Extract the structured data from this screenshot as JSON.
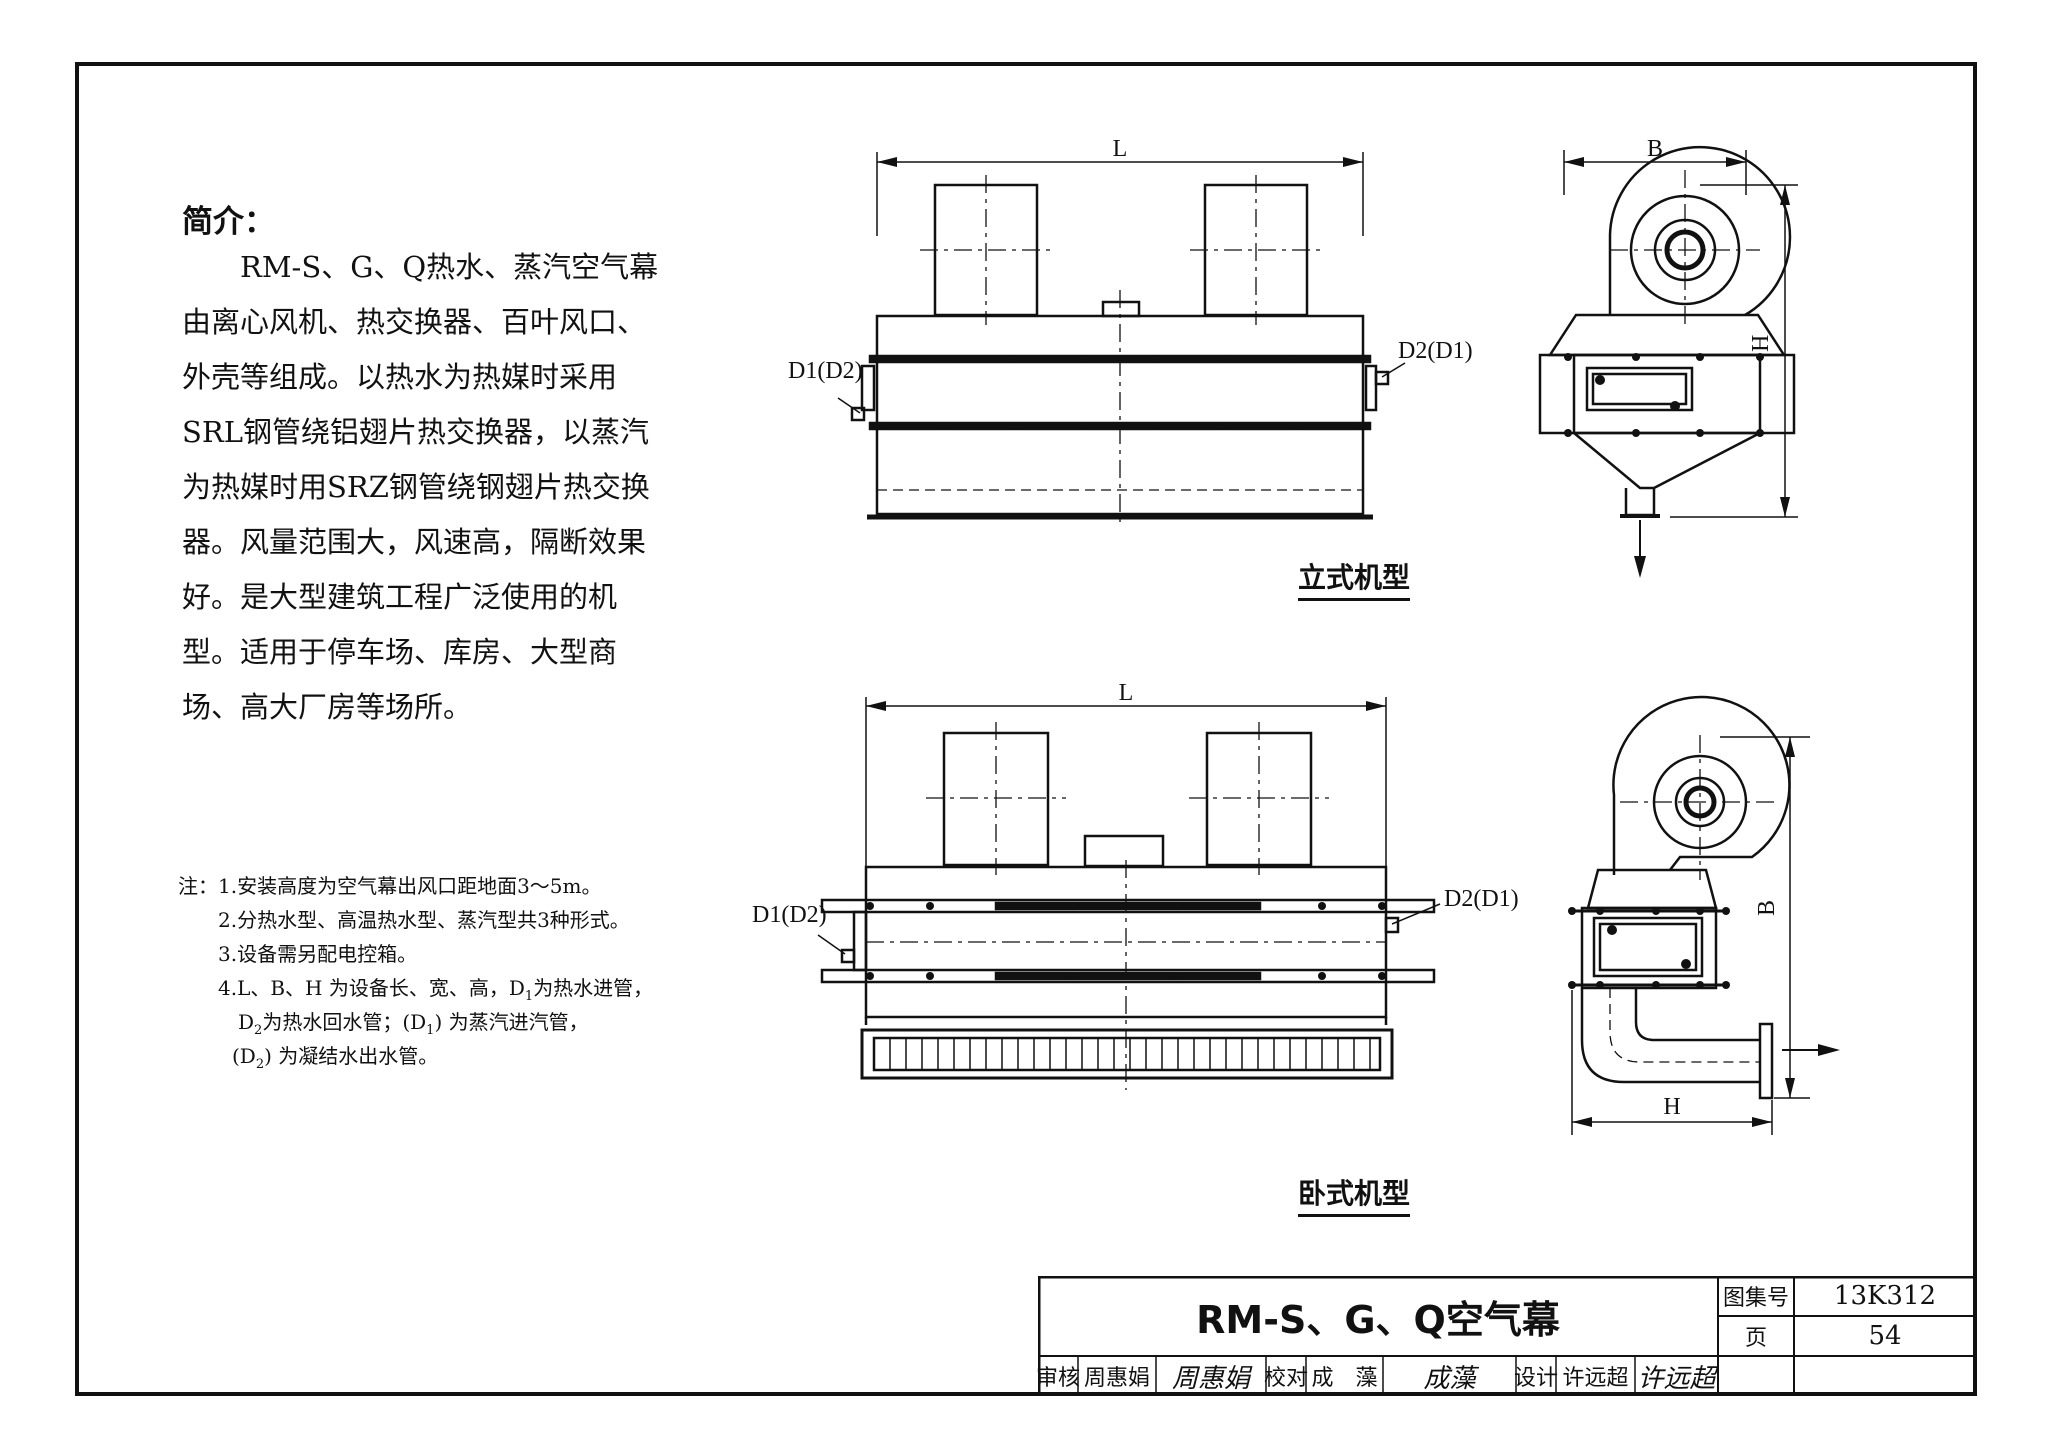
{
  "intro": {
    "heading": "简介：",
    "lines": [
      "　　RM-S、G、Q热水、蒸汽空气幕",
      "由离心风机、热交换器、百叶风口、",
      "外壳等组成。以热水为热媒时采用",
      "SRL钢管绕铝翅片热交换器，以蒸汽",
      "为热媒时用SRZ钢管绕钢翅片热交换",
      "器。风量范围大，风速高，隔断效果",
      "好。是大型建筑工程广泛使用的机",
      "型。适用于停车场、库房、大型商",
      "场、高大厂房等场所。"
    ]
  },
  "notes": {
    "n1": "注：1.安装高度为空气幕出风口距地面3～5m。",
    "n2": "2.分热水型、高温热水型、蒸汽型共3种形式。",
    "n3": "3.设备需另配电控箱。",
    "n4_a": "4.L、B、H 为设备长、宽、高，D",
    "n4_b": "为热水进管，",
    "n5_a": "D",
    "n5_b": "为热水回水管；(D",
    "n5_c": ") 为蒸汽进汽管，",
    "n6_a": "(D",
    "n6_b": ") 为凝结水出水管。",
    "sub1": "1",
    "sub2": "2"
  },
  "drawing": {
    "vertical_caption": "立式机型",
    "horizontal_caption": "卧式机型",
    "dim_L": "L",
    "dim_B": "B",
    "dim_H": "H",
    "pipe_left": "D1(D2)",
    "pipe_right": "D2(D1)"
  },
  "title_block": {
    "title": "RM-S、G、Q空气幕",
    "atlas_label": "图集号",
    "atlas_no": "13K312",
    "review_label": "审核",
    "reviewer": "周惠娟",
    "reviewer_sig": "周惠娟",
    "check_label": "校对",
    "checker": "成　藻",
    "checker_sig": "成藻",
    "design_label": "设计",
    "designer": "许远超",
    "designer_sig": "许远超",
    "page_label": "页",
    "page_no": "54"
  }
}
